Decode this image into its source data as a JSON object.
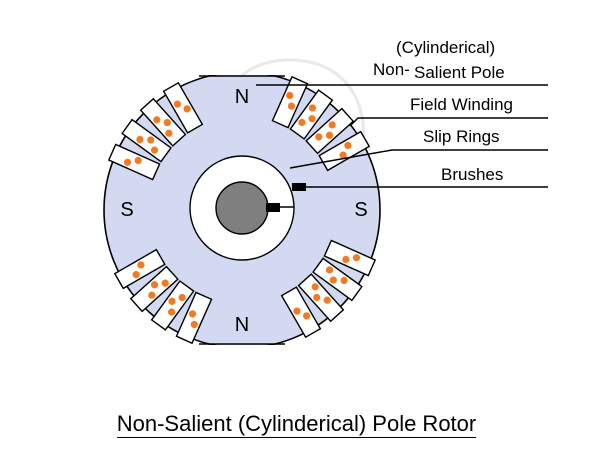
{
  "labels": {
    "pole_line1": "(Cylinderical)",
    "pole_line2a": "Non-",
    "pole_line2b": "Salient Pole",
    "field_winding": "Field Winding",
    "slip_rings": "Slip Rings",
    "brushes": "Brushes"
  },
  "poles": {
    "north_top": "N",
    "north_bottom": "N",
    "south_left": "S",
    "south_right": "S"
  },
  "caption": "Non-Salient (Cylinderical) Pole Rotor",
  "colors": {
    "rotor_fill": "#d3d9f1",
    "outline": "#000000",
    "winding": "#f47920",
    "shaft": "#7f7f7f",
    "slot_fill": "#ffffff"
  }
}
